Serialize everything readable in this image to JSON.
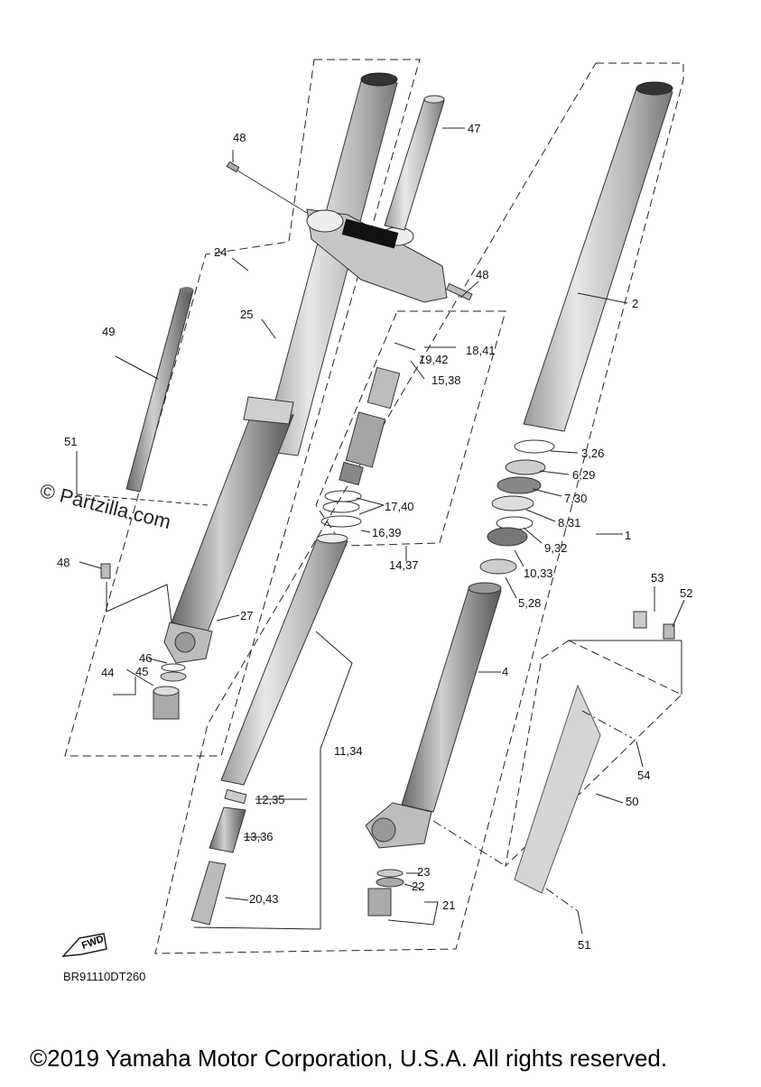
{
  "diagram": {
    "labels": {
      "p1": "1",
      "p2": "2",
      "p3_26": "3,26",
      "p6_29": "6,29",
      "p7_30": "7,30",
      "p8_31": "8,31",
      "p9_32": "9,32",
      "p10_33": "10,33",
      "p5_28": "5,28",
      "p4": "4",
      "p24": "24",
      "p25": "25",
      "p27": "27",
      "p47": "47",
      "p48_top": "48",
      "p48_mid": "48",
      "p48_left": "48",
      "p49": "49",
      "p51_left": "51",
      "p51_bottom": "51",
      "p18_41": "18,41",
      "p19_42": "19,42",
      "p15_38": "15,38",
      "p17_40": "17,40",
      "p16_39": "16,39",
      "p14_37": "14,37",
      "p11_34": "11,34",
      "p12_35": "12,35",
      "p13_36": "13,36",
      "p20_43": "20,43",
      "p44": "44",
      "p45": "45",
      "p46": "46",
      "p21": "21",
      "p22": "22",
      "p23": "23",
      "p50": "50",
      "p52": "52",
      "p53": "53",
      "p54": "54"
    },
    "watermark": "© Partzilla.com",
    "fwd_label": "FWD",
    "drawing_code": "BR91110DT260"
  },
  "footer": {
    "copyright": "©2019 Yamaha Motor Corporation, U.S.A. All rights reserved."
  }
}
